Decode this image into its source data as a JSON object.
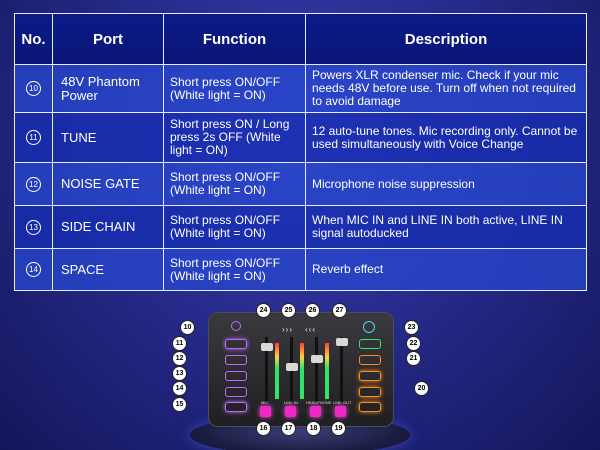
{
  "table": {
    "headers": {
      "no": "No.",
      "port": "Port",
      "function": "Function",
      "description": "Description"
    },
    "rows": [
      {
        "no": "10",
        "port": "48V Phantom Power",
        "function": "Short press ON/OFF (White light = ON)",
        "description": "Powers XLR condenser mic. Check if your mic needs 48V before use. Turn off when not required to avoid damage"
      },
      {
        "no": "11",
        "port": "TUNE",
        "function": "Short press ON / Long press 2s OFF (White light = ON)",
        "description": "12 auto-tune tones. Mic recording only. Cannot be used simultaneously with Voice Change"
      },
      {
        "no": "12",
        "port": "NOISE GATE",
        "function": "Short press ON/OFF (White light = ON)",
        "description": "Microphone noise suppression"
      },
      {
        "no": "13",
        "port": "SIDE CHAIN",
        "function": "Short press ON/OFF (White light = ON)",
        "description": "When MIC IN and LINE IN both active, LINE IN signal autoducked"
      },
      {
        "no": "14",
        "port": "SPACE",
        "function": "Short press ON/OFF (White light = ON)",
        "description": "Reverb effect"
      }
    ]
  },
  "device": {
    "channels": [
      "MIC",
      "LINE IN",
      "HEADPHONE",
      "LINE OUT"
    ],
    "arrows": {
      "left": "›››",
      "right": "‹‹‹"
    },
    "callouts": {
      "c10": "10",
      "c11": "11",
      "c12": "12",
      "c13": "13",
      "c14": "14",
      "c15": "15",
      "c16": "16",
      "c17": "17",
      "c18": "18",
      "c19": "19",
      "c20": "20",
      "c21": "21",
      "c22": "22",
      "c23": "23",
      "c24": "24",
      "c25": "25",
      "c26": "26",
      "c27": "27"
    },
    "colors": {
      "purple": "#b76cff",
      "orange": "#ff8a1e",
      "pink": "#f028c8",
      "green": "#32e36a",
      "cyan": "#3fd7ff"
    }
  }
}
